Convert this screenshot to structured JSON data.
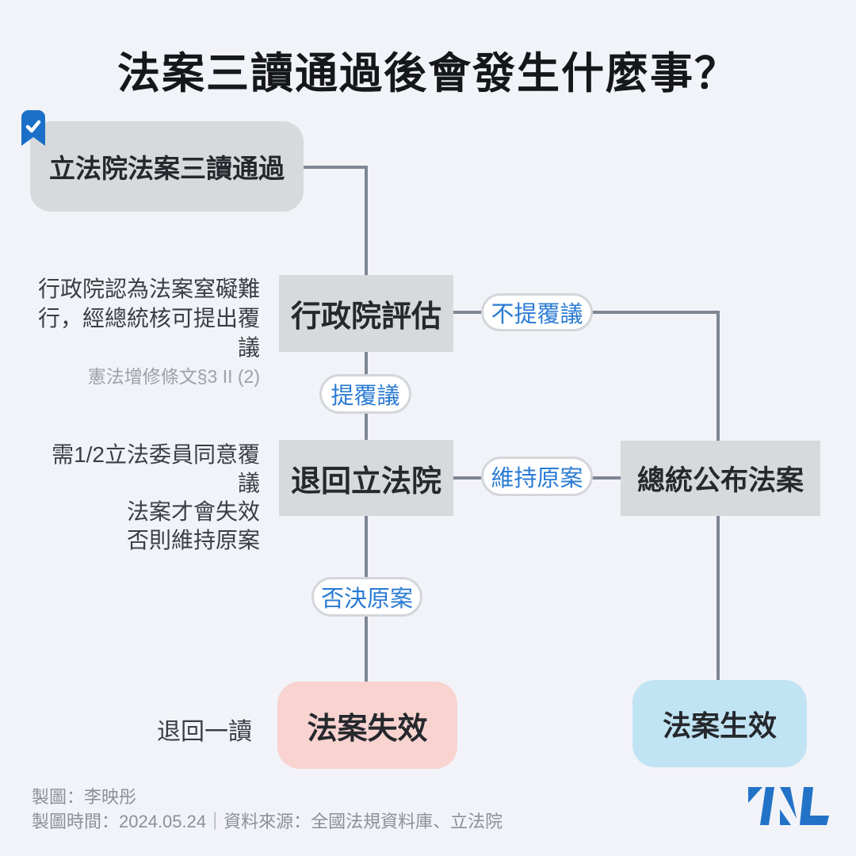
{
  "title": "法案三讀通過後會發生什麼事？",
  "flow": {
    "start": "立法院法案三讀通過",
    "executive_review": "行政院評估",
    "return_legislature": "退回立法院",
    "president_promulgates": "總統公布法案",
    "bill_void": "法案失效",
    "bill_effective": "法案生效"
  },
  "labels": {
    "no_reconsideration": "不提覆議",
    "reconsideration": "提覆議",
    "uphold_original": "維持原案",
    "reject_original": "否決原案",
    "return_first_reading": "退回一讀"
  },
  "annotations": {
    "executive_note_line1": "行政院認為法案窒礙難",
    "executive_note_line2": "行，經總統核可提出覆議",
    "legal_reference": "憲法增修條文§3 II (2)",
    "legislature_note_line1": "需1/2立法委員同意覆議",
    "legislature_note_line2": "法案才會失效",
    "legislature_note_line3": "否則維持原案"
  },
  "footer": {
    "credit": "製圖：李映彤",
    "meta": "製圖時間：2024.05.24｜資料來源：全國法規資料庫、立法院",
    "logo_name": "TNL"
  },
  "colors": {
    "background": "#f2f3f8",
    "node_gray": "#d8d9dc",
    "node_pink": "#f8d3d0",
    "node_blue": "#c1e4f4",
    "pill_text_blue": "#2b7bd3",
    "connector_gray": "#7e8694",
    "bookmark_blue": "#1b6fc8",
    "logo_blue": "#2273c8"
  }
}
